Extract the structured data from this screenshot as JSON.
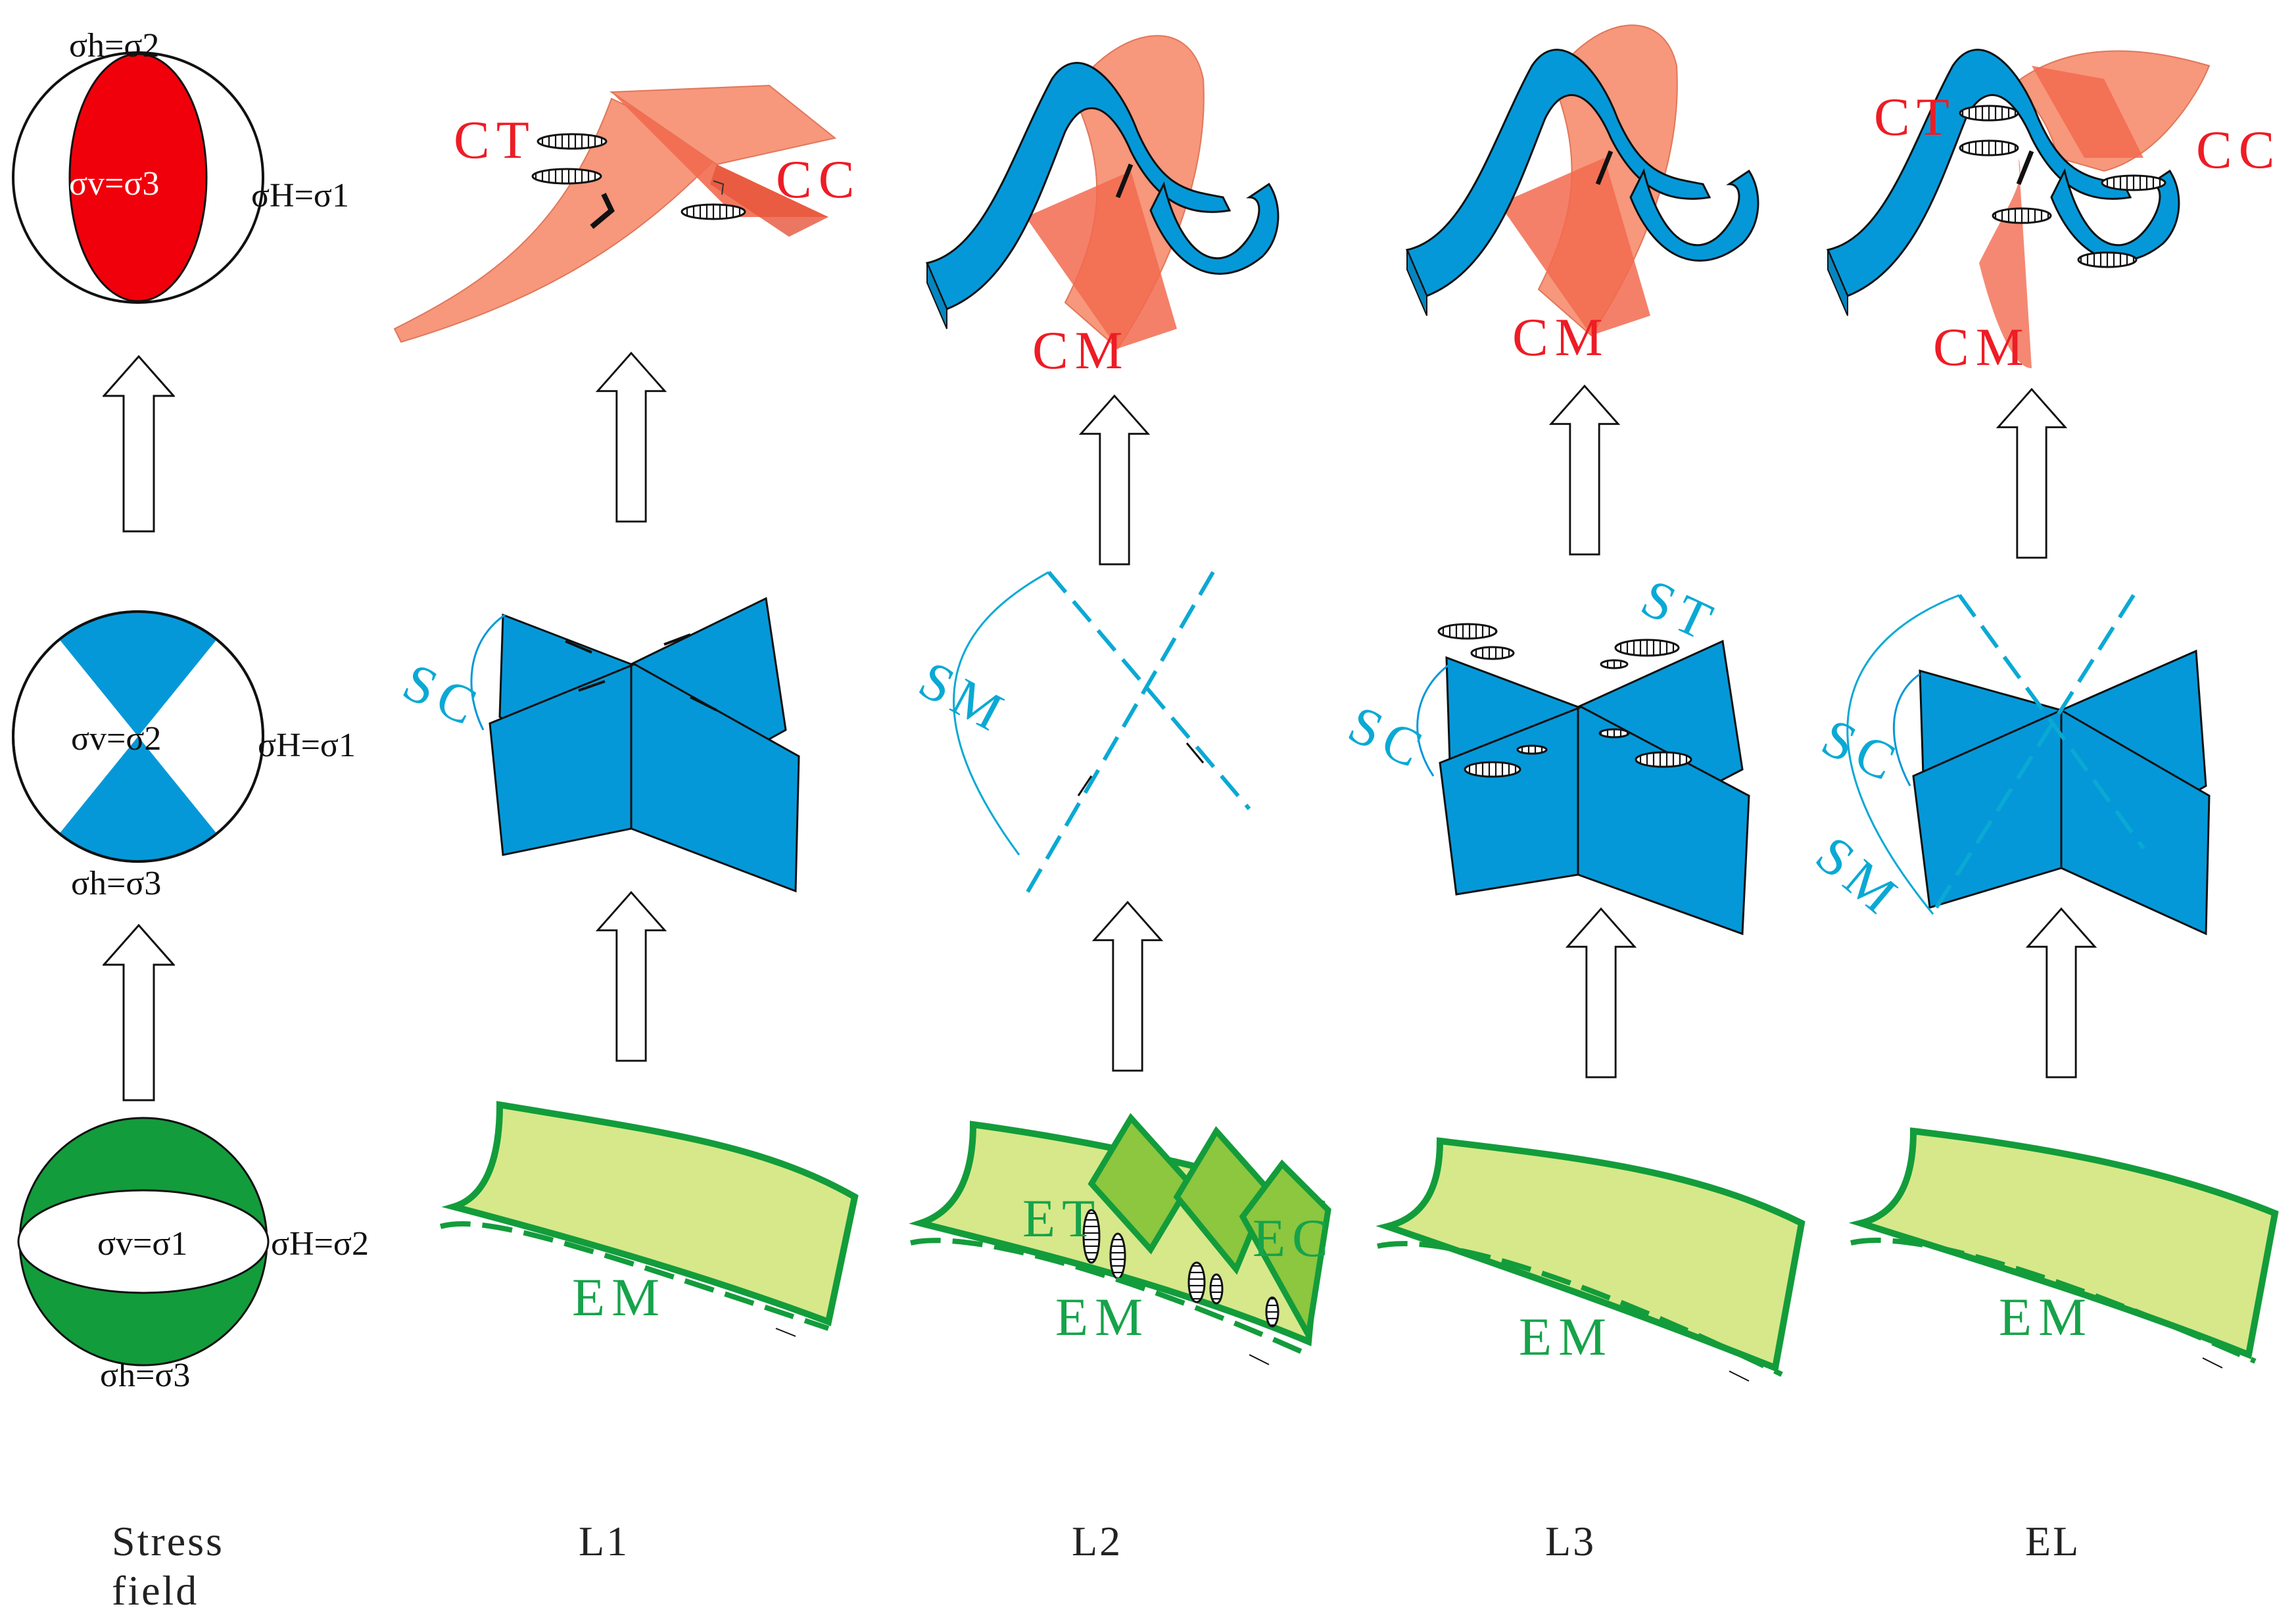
{
  "colors": {
    "red": "#f0000a",
    "salmon": "#f7977b",
    "salmon_dark": "#f26a4f",
    "blue": "#0598d8",
    "cyan_label": "#0aa9d4",
    "green": "#139c3b",
    "green_light": "#d6e88a",
    "green_mid": "#8dc63f",
    "green_dark": "#0f8a35",
    "label_red": "#ee1c25",
    "label_green": "#16a34a"
  },
  "stress": {
    "reverse": {
      "top": "σh=σ2",
      "center": "σv=σ3",
      "right": "σH=σ1"
    },
    "strike_slip": {
      "center": "σv=σ2",
      "right": "σH=σ1",
      "bottom": "σh=σ3"
    },
    "normal": {
      "center": "σv=σ1",
      "right": "σH=σ2",
      "bottom": "σh=σ3"
    }
  },
  "labels": {
    "ct": "CT",
    "cc": "CC",
    "cm": "CM",
    "sc": "SC",
    "sm": "SM",
    "st": "ST",
    "em": "EM",
    "et": "ET",
    "ec": "EC"
  },
  "columns": {
    "stress_line1": "Stress",
    "stress_line2": "field",
    "l1": "L1",
    "l2": "L2",
    "l3": "L3",
    "el": "EL"
  }
}
